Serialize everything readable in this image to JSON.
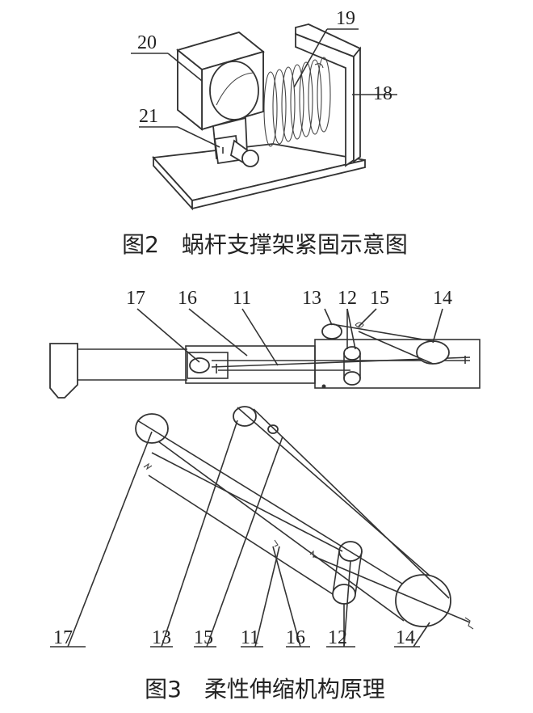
{
  "figure2": {
    "caption": "图2　蜗杆支撑架紧固示意图",
    "labels": {
      "l20": "20",
      "l19": "19",
      "l18": "18",
      "l21": "21"
    }
  },
  "figure3": {
    "caption": "图3　柔性伸缩机构原理",
    "top_labels": [
      "17",
      "16",
      "11",
      "13",
      "12",
      "15",
      "14"
    ],
    "bottom_labels": [
      "17",
      "13",
      "15",
      "11",
      "16",
      "12",
      "14"
    ]
  }
}
